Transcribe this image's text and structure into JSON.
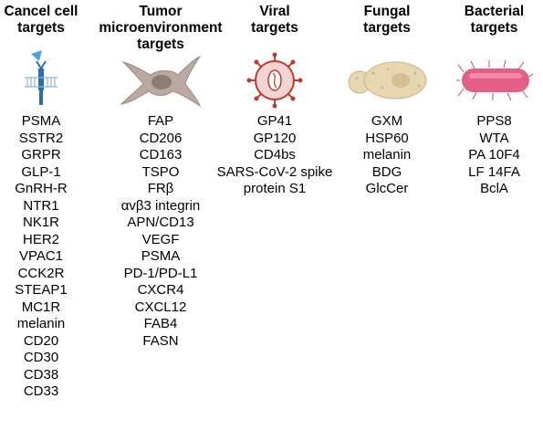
{
  "columns": [
    {
      "title_lines": [
        "Cancel cell",
        "targets"
      ],
      "icon": "receptor-icon",
      "items": [
        "PSMA",
        "SSTR2",
        "GRPR",
        "GLP-1",
        "GnRH-R",
        "NTR1",
        "NK1R",
        "HER2",
        "VPAC1",
        "CCK2R",
        "STEAP1",
        "MC1R",
        "melanin",
        "CD20",
        "CD30",
        "CD38",
        "CD33"
      ]
    },
    {
      "title_lines": [
        "Tumor",
        "microenvironment",
        "targets"
      ],
      "icon": "fibroblast-cell-icon",
      "items": [
        "FAP",
        "CD206",
        "CD163",
        "TSPO",
        "FRβ",
        "αvβ3 integrin",
        "APN/CD13",
        "VEGF",
        "PSMA",
        "PD-1/PD-L1",
        "CXCR4",
        "CXCL12",
        "FAB4",
        "FASN"
      ]
    },
    {
      "title_lines": [
        "Viral",
        "targets"
      ],
      "icon": "virus-icon",
      "items": [
        "GP41",
        "GP120",
        "CD4bs",
        "SARS-CoV-2 spike",
        "protein S1"
      ]
    },
    {
      "title_lines": [
        "Fungal",
        "targets"
      ],
      "icon": "fungal-cell-icon",
      "items": [
        "GXM",
        "HSP60",
        "melanin",
        "BDG",
        "GlcCer"
      ]
    },
    {
      "title_lines": [
        "Bacterial",
        "targets"
      ],
      "icon": "bacterium-icon",
      "items": [
        "PPS8",
        "WTA",
        "PA 10F4",
        "LF 14FA",
        "BclA"
      ]
    }
  ]
}
